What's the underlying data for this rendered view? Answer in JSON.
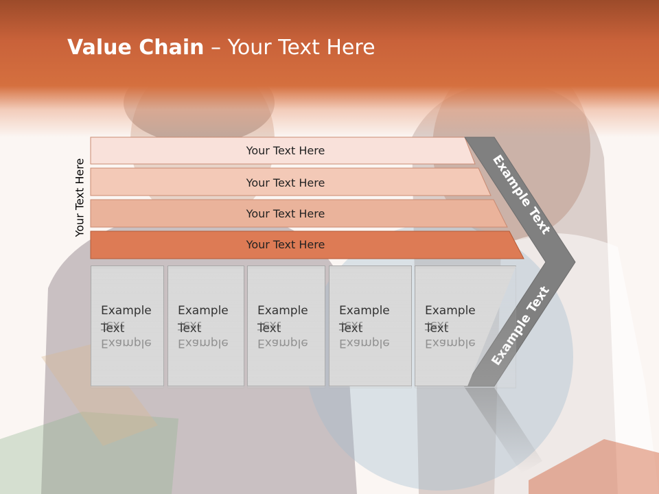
{
  "title": {
    "bold": "Value Chain",
    "rest": " – Your Text Here"
  },
  "side_label": "Your Text Here",
  "bars": [
    {
      "label": "Your Text Here",
      "color": "#f9e1da"
    },
    {
      "label": "Your Text Here",
      "color": "#f3c9b7"
    },
    {
      "label": "Your Text Here",
      "color": "#eab39b"
    },
    {
      "label": "Your Text Here",
      "color": "#dd7b55"
    }
  ],
  "boxes": [
    {
      "label": "Example\nText"
    },
    {
      "label": "Example\nText"
    },
    {
      "label": "Example\nText"
    },
    {
      "label": "Example\nText"
    },
    {
      "label": "Example\nText"
    }
  ],
  "chevron": {
    "top_label": "Example Text",
    "bottom_label": "Example Text",
    "color": "#808080"
  },
  "colors": {
    "header": "#d5703f",
    "box_fill": "#d9d9d9"
  }
}
